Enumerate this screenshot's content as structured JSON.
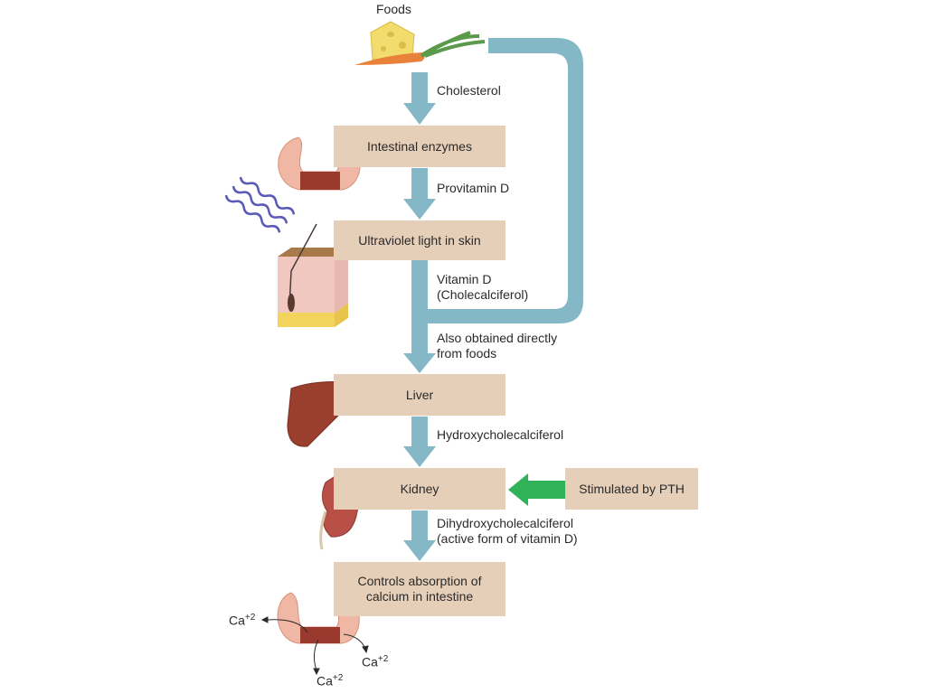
{
  "title": "Vitamin D synthesis and activation pathway",
  "colors": {
    "flow_arrow": "#85b8c6",
    "box_fill": "#e6cfb8",
    "stimulus_arrow": "#2fb25a",
    "text": "#2a2a2a"
  },
  "source": {
    "label": "Foods",
    "icons": [
      "cheese-icon",
      "carrot-icon"
    ]
  },
  "steps": [
    {
      "id": "intestinal-enzymes",
      "label": "Intestinal enzymes",
      "organ_icon": "intestine-icon"
    },
    {
      "id": "uv-skin",
      "label": "Ultraviolet light in skin",
      "organ_icon": "skin-section-icon"
    },
    {
      "id": "liver",
      "label": "Liver",
      "organ_icon": "liver-icon"
    },
    {
      "id": "kidney",
      "label": "Kidney",
      "organ_icon": "kidney-icon"
    },
    {
      "id": "calcium",
      "label_line1": "Controls absorption of",
      "label_line2": "calcium in intestine",
      "organ_icon": "intestine-icon"
    }
  ],
  "products": {
    "cholesterol": "Cholesterol",
    "provitamin_d": "Provitamin D",
    "vitamin_d_line1": "Vitamin D",
    "vitamin_d_line2": "(Cholecalciferol)",
    "direct_line1": "Also obtained directly",
    "direct_line2": "from foods",
    "hydroxy": "Hydroxycholecalciferol",
    "dihydroxy_line1": "Dihydroxycholecalciferol",
    "dihydroxy_line2": "(active form of vitamin D)"
  },
  "stimulus": {
    "label": "Stimulated by PTH"
  },
  "calcium_ions": {
    "base": "Ca",
    "charge": "+2",
    "count": 3
  }
}
